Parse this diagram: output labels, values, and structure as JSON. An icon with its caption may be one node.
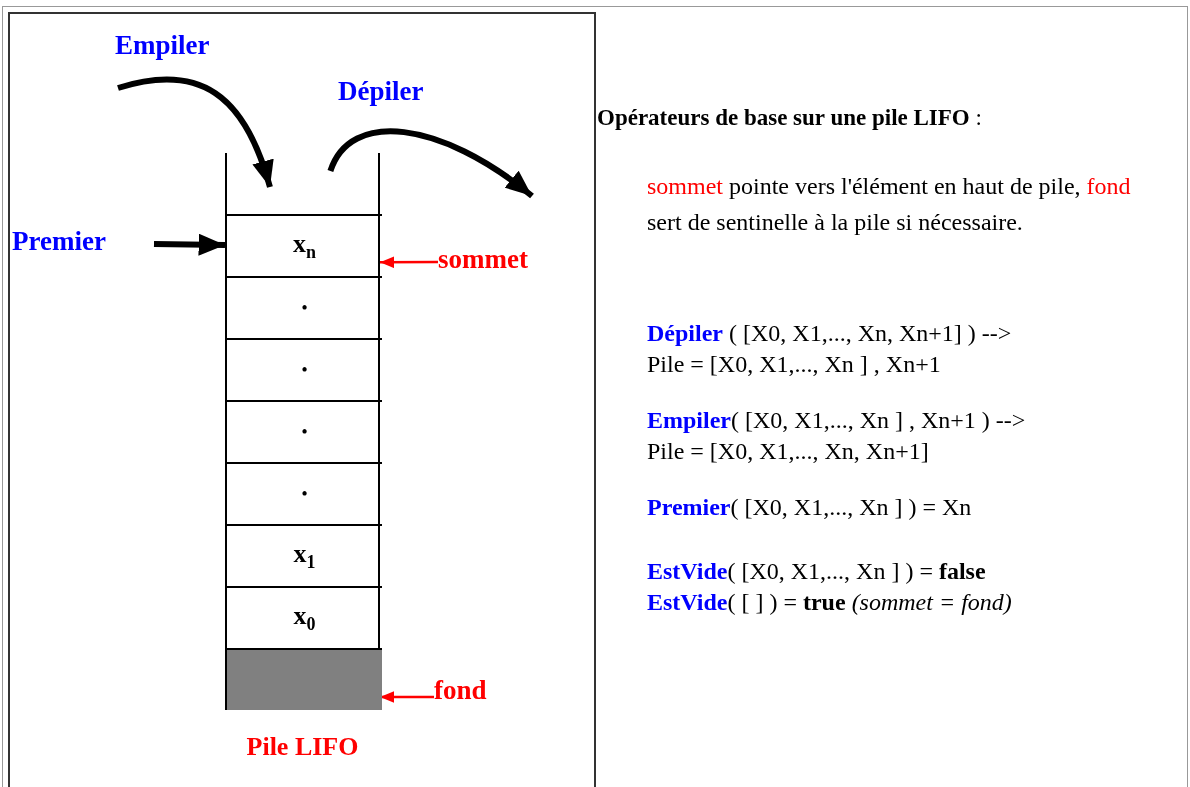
{
  "diagram": {
    "nodes": [
      {
        "text": [],
        "shape": "box",
        "beside": [
          "Pile LIFO"
        ]
      },
      {
        "text": [
          "x$_{n}$"
        ],
        "in": 0
      },
      {
        "text": [
          "•"
        ],
        "in": 0
      },
      {
        "text": [
          "•"
        ],
        "in": 0
      },
      {
        "text": [
          "•"
        ],
        "in": 0
      },
      {
        "text": [
          "•"
        ],
        "in": 0
      },
      {
        "text": [
          "x$_{1}$"
        ],
        "in": 0
      },
      {
        "text": [
          "x$_{0}$"
        ],
        "in": 0
      },
      {
        "text": [],
        "shape": "box",
        "in": 0
      },
      {
        "text": [
          "Premier"
        ]
      },
      {
        "text": [
          "sommet"
        ]
      },
      {
        "text": [
          "fond"
        ]
      }
    ],
    "edges": [
      {
        "from": null,
        "to": 0,
        "arrow": "to",
        "label": "Empiler"
      },
      {
        "from": 0,
        "to": null,
        "arrow": "to",
        "label": "Dépiler"
      },
      {
        "from": 9,
        "to": 1,
        "arrow": "to"
      },
      {
        "from": 10,
        "to": 1,
        "arrow": "to",
        "color": "#ff0000"
      },
      {
        "from": 11,
        "to": 8,
        "arrow": "to",
        "color": "#ff0000"
      }
    ],
    "labels": [
      "**Opérateurs de base sur une pile LIFO** :",
      "sommet",
      "pointe vers l'élément en haut de pile,",
      "fond",
      "sert de sentinelle à la pile si nécessaire.",
      "Dépiler",
      "( [X0, X1,..., Xn, Xn+1] ) -->",
      "Pile = [X0, X1,..., Xn ] , Xn+1",
      "Empiler",
      "( [X0, X1,..., Xn ] , Xn+1 ) -->",
      "Pile = [X0, X1,..., Xn, Xn+1]",
      "Premier",
      "( [X0, X1,..., Xn ] ) = Xn",
      "EstVide",
      "( [X0, X1,..., Xn ] ) = **false**",
      "EstVide",
      "( [ ] ) = **true** *(sommet = fond)*"
    ]
  }
}
